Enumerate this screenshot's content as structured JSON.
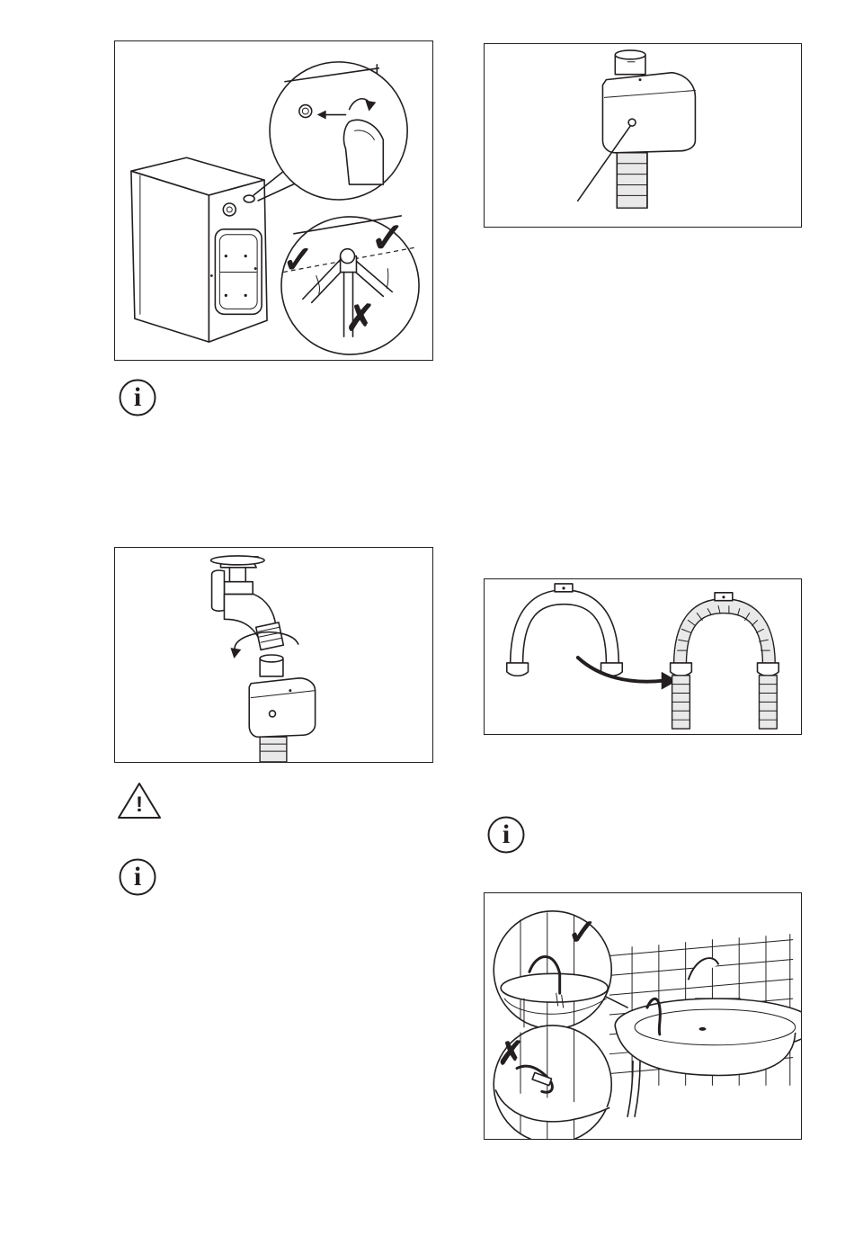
{
  "figures": {
    "machine_inlet_angle": {
      "icon": "machine-inlet-connection-illustration"
    },
    "tap_connection": {
      "icon": "tap-connection-illustration"
    },
    "aquastop_valve": {
      "icon": "aquastop-valve-illustration"
    },
    "hose_guide": {
      "icon": "drain-hose-guide-illustration"
    },
    "sink_drain": {
      "icon": "sink-drain-illustration"
    }
  },
  "notes": [
    {
      "icon": "info-icon",
      "glyph": "i"
    },
    {
      "icon": "warning-icon",
      "glyph": "!"
    },
    {
      "icon": "info-icon",
      "glyph": "i"
    },
    {
      "icon": "info-icon",
      "glyph": "i"
    }
  ],
  "marks": {
    "check": "✓",
    "cross": "✗"
  },
  "colors": {
    "ink": "#231f20",
    "paper": "#ffffff",
    "shade": "#e9e9e9"
  }
}
